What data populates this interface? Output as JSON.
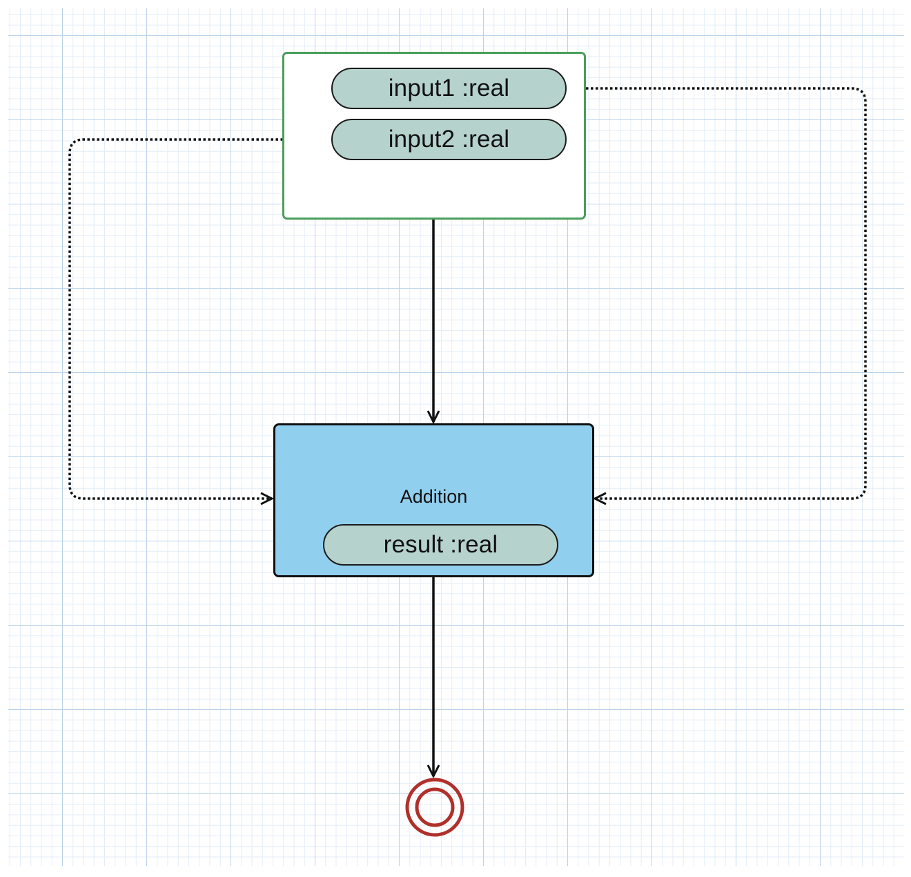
{
  "diagram": {
    "type": "uml-activity",
    "nodes": {
      "input1_label": "input1 :real",
      "input2_label": "input2 :real",
      "activity_label": "Addition",
      "result_label": "result :real"
    },
    "colors": {
      "start_border": "#4a9d5b",
      "activity_fill": "#91cfee",
      "pin_fill": "#b5d2cc",
      "final_node": "#b0302a"
    },
    "edges": [
      {
        "from": "start-node",
        "to": "Addition",
        "style": "solid"
      },
      {
        "from": "input1 :real",
        "to": "Addition",
        "style": "dotted"
      },
      {
        "from": "input2 :real",
        "to": "Addition",
        "style": "dotted"
      },
      {
        "from": "Addition",
        "to": "final-node",
        "style": "solid"
      }
    ]
  }
}
